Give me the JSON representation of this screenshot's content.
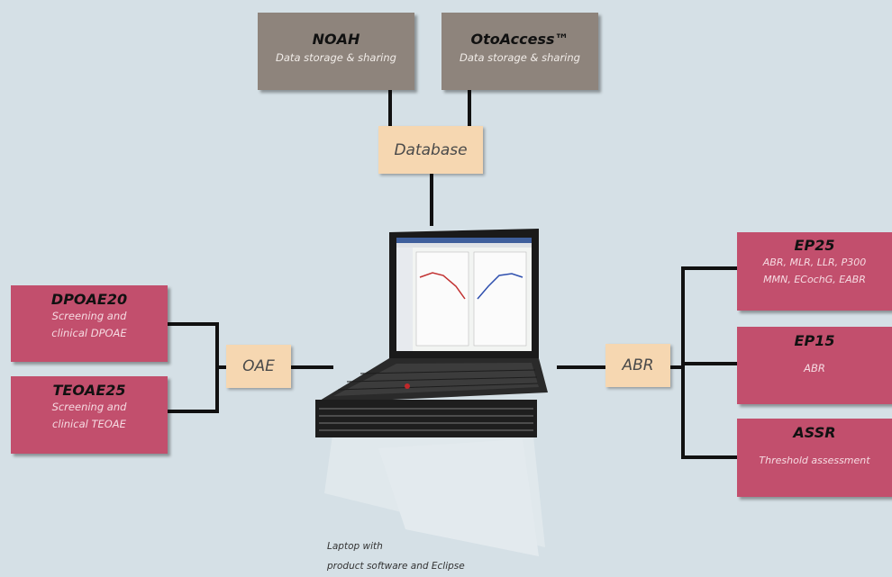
{
  "top_boxes": {
    "noah": {
      "title": "NOAH",
      "subtitle": "Data storage & sharing"
    },
    "otoaccess": {
      "title": "OtoAccess™",
      "subtitle": "Data storage & sharing"
    }
  },
  "hub_labels": {
    "database": "Database",
    "oae": "OAE",
    "abr": "ABR"
  },
  "left_boxes": [
    {
      "title": "DPOAE20",
      "line1": "Screening and",
      "line2": "clinical DPOAE"
    },
    {
      "title": "TEOAE25",
      "line1": "Screening and",
      "line2": "clinical TEOAE"
    }
  ],
  "right_boxes": [
    {
      "title": "EP25",
      "line1": "ABR, MLR, LLR, P300",
      "line2": "MMN, ECochG, EABR"
    },
    {
      "title": "EP15",
      "line1": "ABR",
      "line2": ""
    },
    {
      "title": "ASSR",
      "line1": "Threshold assessment",
      "line2": ""
    }
  ],
  "caption": {
    "line1": "Laptop with",
    "line2": "product software and Eclipse"
  },
  "colors": {
    "background": "#d5e0e6",
    "grey_box": "#8e847c",
    "pink_box": "#c24f6d",
    "tag": "#f6d7b1",
    "connector": "#111111"
  }
}
